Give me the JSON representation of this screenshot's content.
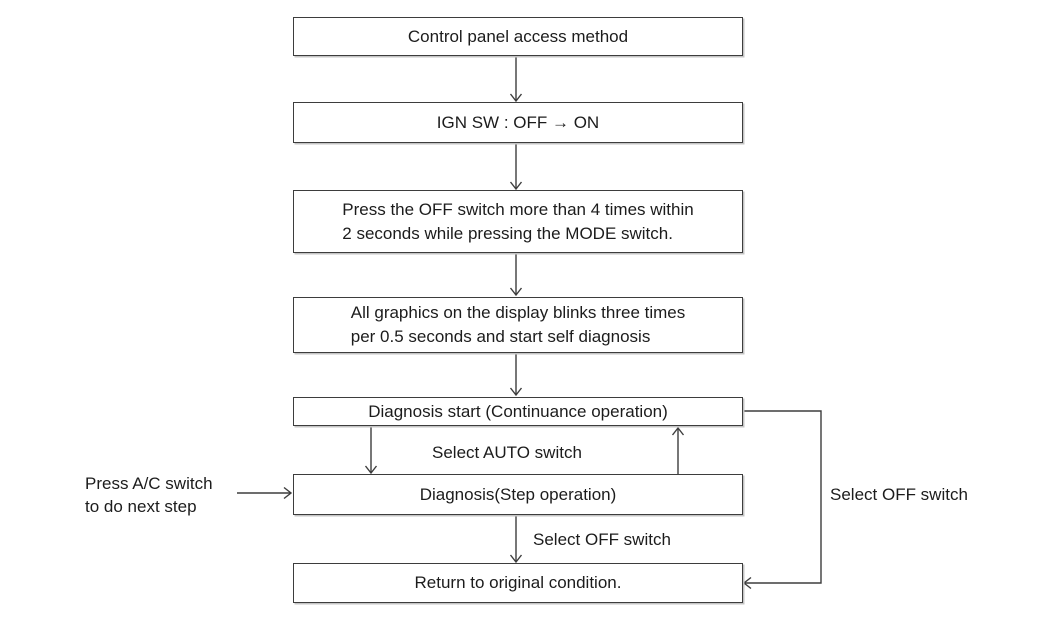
{
  "flowchart": {
    "boxes": {
      "access_method": "Control panel access method",
      "ign_sw": "IGN SW : OFF → ON",
      "press_off_line1": "Press the OFF switch more than 4 times within",
      "press_off_line2": "2 seconds while pressing the MODE switch.",
      "graphics_blink_line1": "All graphics on the display blinks three times",
      "graphics_blink_line2": "per 0.5 seconds and start self diagnosis",
      "diagnosis_start": "Diagnosis start (Continuance operation)",
      "diagnosis_step": "Diagnosis(Step operation)",
      "return_original": "Return to original condition."
    },
    "labels": {
      "select_auto": "Select AUTO switch",
      "select_off_mid": "Select OFF switch",
      "select_off_right": "Select OFF switch",
      "press_ac_line1": "Press A/C switch",
      "press_ac_line2": "to do next step"
    },
    "colors": {
      "background": "#ffffff",
      "line": "#3d3d3d",
      "text": "#1c1c1c"
    }
  }
}
